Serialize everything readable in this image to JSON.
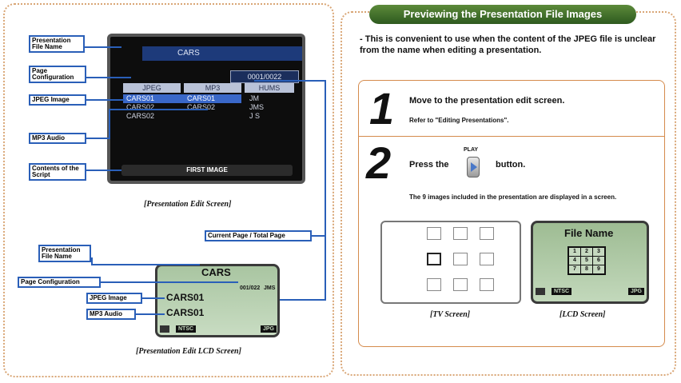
{
  "left": {
    "callouts": {
      "file_name": "Presentation File Name",
      "page_config": "Page Configuration",
      "jpeg_image": "JPEG Image",
      "mp3_audio": "MP3 Audio",
      "script": "Contents of the Script",
      "current_page": "Current Page / Total Page",
      "lcd_file_name": "Presentation File Name",
      "lcd_page_config": "Page Configuration",
      "lcd_jpeg": "JPEG Image",
      "lcd_mp3": "MP3 Audio"
    },
    "tv": {
      "title": "CARS",
      "page": "0001/0022",
      "headers": [
        "JPEG",
        "MP3",
        "HUMS"
      ],
      "jpeg": [
        "CARS01",
        "CARS02",
        "CARS02"
      ],
      "mp3": [
        "CARS01",
        "CARS02",
        "-"
      ],
      "hums": [
        "JM",
        "JMS",
        "J  S"
      ],
      "bottom": "FIRST IMAGE"
    },
    "tv_caption": "[Presentation Edit Screen]",
    "lcd": {
      "title": "CARS",
      "page": "001/022",
      "mode": "JMS",
      "jpeg": "CARS01",
      "mp3": "CARS01",
      "chip_left": "NTSC",
      "chip_right": "JPG"
    },
    "lcd_caption": "[Presentation Edit LCD Screen]"
  },
  "right": {
    "banner": "Previewing the Presentation File Images",
    "intro": "- This is convenient to use when the content of the JPEG file is unclear from the name when editing a presentation.",
    "step1": {
      "number": "1",
      "main": "Move to the presentation edit screen.",
      "sub": "Refer to \"Editing Presentations\"."
    },
    "step2": {
      "number": "2",
      "press": "Press the",
      "play_label": "PLAY",
      "button_word": "button.",
      "desc": "The 9 images included in the presentation are displayed in a screen."
    },
    "lcd_preview": {
      "title": "File Name",
      "grid": [
        "1",
        "2",
        "3",
        "4",
        "5",
        "6",
        "7",
        "8",
        "9"
      ],
      "chip_left": "NTSC",
      "chip_right": "JPG"
    },
    "tv_caption": "[TV Screen]",
    "lcd_caption": "[LCD Screen]"
  }
}
